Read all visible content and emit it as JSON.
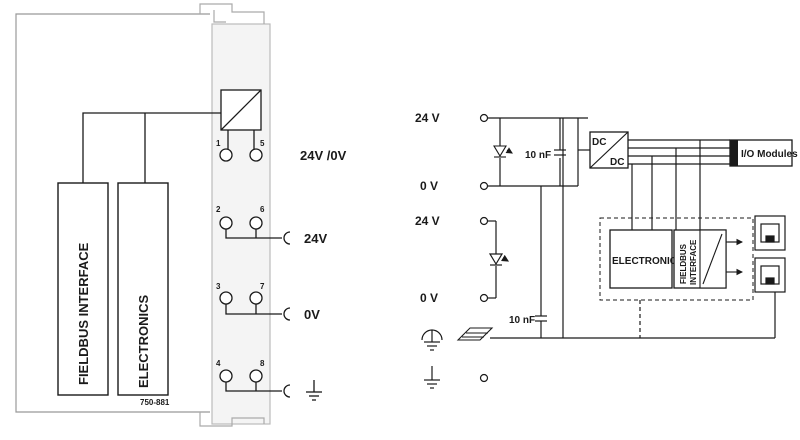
{
  "left_module": {
    "blocks": {
      "fieldbus": "FIELDBUS INTERFACE",
      "electronics": "ELECTRONICS"
    },
    "part_number": "750-881",
    "terminal_numbers": {
      "t1": "1",
      "t5": "5",
      "t2": "2",
      "t6": "6",
      "t3": "3",
      "t7": "7",
      "t4": "4",
      "t8": "8"
    },
    "terminal_labels": {
      "supply": "24V /0V",
      "v24": "24V",
      "v0": "0V"
    }
  },
  "schematic": {
    "labels": {
      "v24_top": "24 V",
      "v0_top": "0 V",
      "v24_mid": "24 V",
      "v0_mid": "0 V",
      "cap_top": "10 nF",
      "cap_bottom": "10 nF",
      "dc_in": "DC",
      "dc_out": "DC",
      "io_modules": "I/O Modules",
      "electronics": "ELECTRONICS",
      "fieldbus_line1": "FIELDBUS",
      "fieldbus_line2": "INTERFACE"
    }
  }
}
